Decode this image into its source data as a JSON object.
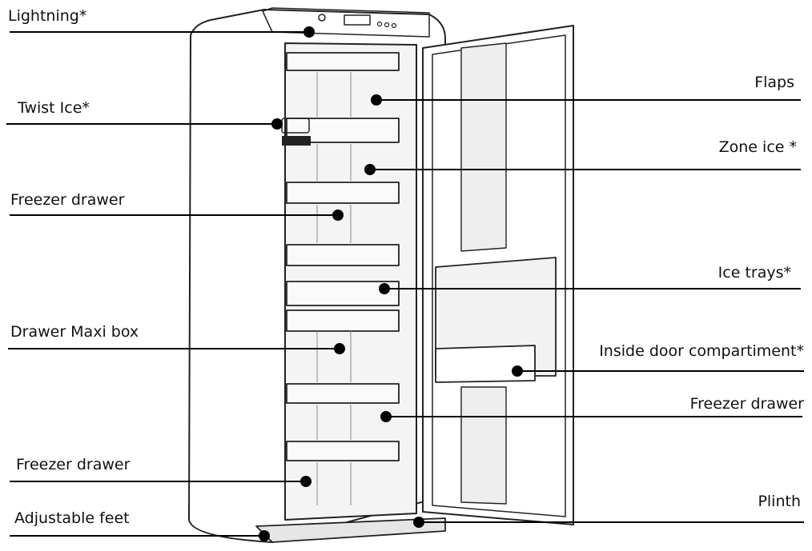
{
  "diagram": {
    "labels_left": [
      {
        "id": "lightning",
        "text": "Lightning*"
      },
      {
        "id": "twist-ice",
        "text": "Twist Ice*"
      },
      {
        "id": "freezer-drawer-top",
        "text": "Freezer drawer"
      },
      {
        "id": "drawer-maxi-box",
        "text": "Drawer Maxi box"
      },
      {
        "id": "freezer-drawer-bottom",
        "text": "Freezer drawer"
      },
      {
        "id": "adjustable-feet",
        "text": "Adjustable feet"
      }
    ],
    "labels_right": [
      {
        "id": "flaps",
        "text": "Flaps"
      },
      {
        "id": "zone-ice",
        "text": "Zone ice *"
      },
      {
        "id": "ice-trays",
        "text": "Ice trays*"
      },
      {
        "id": "inside-door-compartment",
        "text": "Inside door compartiment*"
      },
      {
        "id": "freezer-drawer-right",
        "text": "Freezer drawer"
      },
      {
        "id": "plinth",
        "text": "Plinth"
      }
    ]
  }
}
